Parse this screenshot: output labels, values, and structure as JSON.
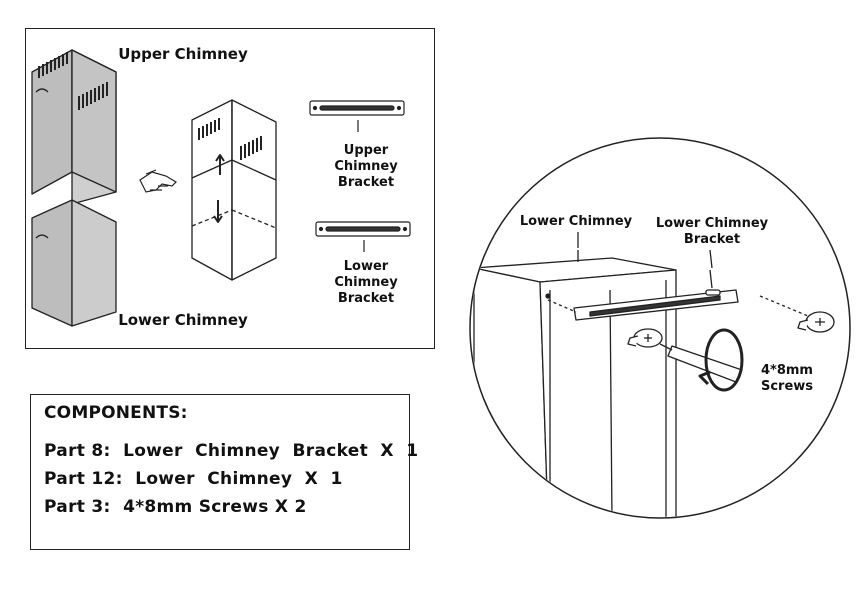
{
  "top_panel": {
    "upper_chimney_label": "Upper Chimney",
    "lower_chimney_label": "Lower Chimney",
    "upper_bracket_label": [
      "Upper",
      "Chimney",
      "Bracket"
    ],
    "lower_bracket_label": [
      "Lower",
      "Chimney",
      "Bracket"
    ]
  },
  "detail": {
    "lower_chimney_label": "Lower Chimney",
    "lower_bracket_label": [
      "Lower Chimney",
      "Bracket"
    ],
    "screws_label": [
      "4*8mm",
      "Screws"
    ]
  },
  "components": {
    "title": "COMPONENTS:",
    "items": [
      "Part 8:  Lower  Chimney  Bracket  X  1",
      "Part 12:  Lower  Chimney  X  1",
      "Part 3:  4*8mm Screws X 2"
    ]
  }
}
